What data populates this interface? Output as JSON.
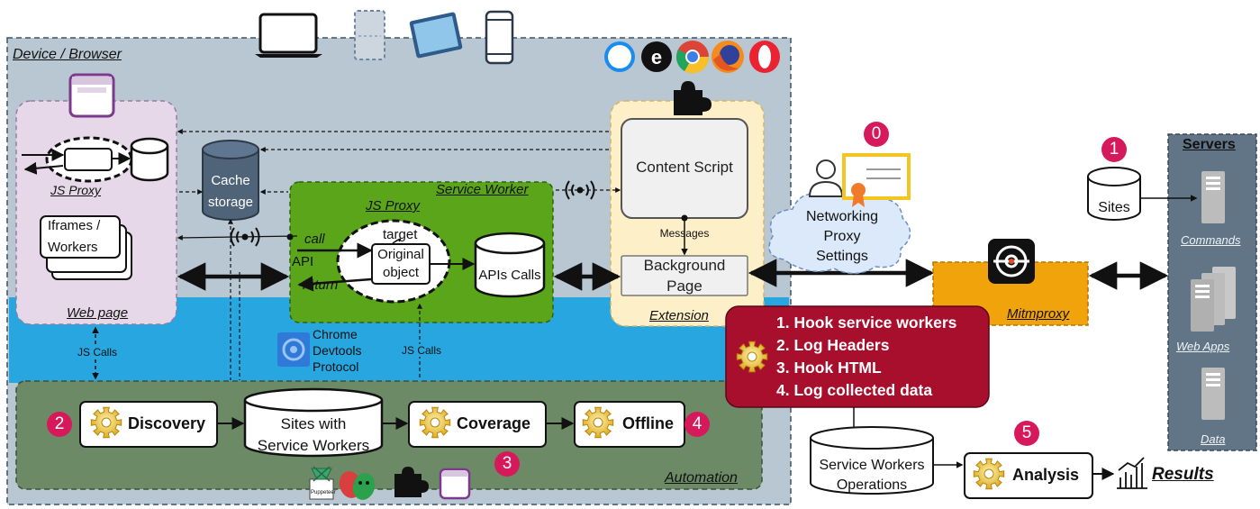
{
  "device_browser": {
    "label": "Device / Browser"
  },
  "web_page": {
    "label": "Web page",
    "js_proxy_label": "JS Proxy",
    "iframes_label_line1": "Iframes /",
    "iframes_label_line2": "Workers"
  },
  "cache_storage": {
    "line1": "Cache",
    "line2": "storage"
  },
  "service_worker": {
    "label": "Service Worker",
    "js_proxy_label": "JS Proxy",
    "call_label": "call",
    "api_label": "API",
    "return_label": "return",
    "target_label": "target",
    "original_line1": "Original",
    "original_line2": "object",
    "apis_calls_label": "APIs Calls"
  },
  "extension": {
    "label": "Extension",
    "content_script": "Content Script",
    "messages": "Messages",
    "background_line1": "Background",
    "background_line2": "Page"
  },
  "networking": {
    "line1": "Networking",
    "line2": "Proxy",
    "line3": "Settings"
  },
  "mitmproxy": {
    "label": "Mitmproxy"
  },
  "servers": {
    "title": "Servers",
    "sites_label": "Sites",
    "commands": "Commands",
    "web_apps": "Web Apps",
    "data": "Data"
  },
  "hooks": {
    "items": [
      "1. Hook service workers",
      "2. Log Headers",
      "3. Hook HTML",
      "4. Log collected data"
    ]
  },
  "automation": {
    "label": "Automation",
    "discovery": "Discovery",
    "sites_with_sw_line1": "Sites with",
    "sites_with_sw_line2": "Service Workers",
    "coverage": "Coverage",
    "offline": "Offline",
    "js_calls_left": "JS Calls",
    "js_calls_right": "JS Calls",
    "cdp_line1": "Chrome",
    "cdp_line2": "Devtools",
    "cdp_line3": "Protocol",
    "puppeteer_caption": "Puppeteer"
  },
  "analysis": {
    "sw_ops_line1": "Service Workers",
    "sw_ops_line2": "Operations",
    "analysis": "Analysis",
    "results": "Results"
  },
  "badges": [
    "0",
    "1",
    "2",
    "3",
    "4",
    "5"
  ],
  "colors": {
    "device_bg": "#b9c7d3",
    "web_page_bg": "#e6d8e8",
    "service_worker_bg": "#5aa51a",
    "extension_bg": "#fdf0c8",
    "automation_bg": "#6d8a66",
    "blue_band": "#27a6e0",
    "mitmproxy": "#f0a30a",
    "hooks_bg": "#a80f2c",
    "servers_bg": "#617587",
    "badge": "#d6195a"
  },
  "icons": [
    "laptop-icon",
    "tablet-icon",
    "ipad-icon",
    "phone-icon",
    "safari-icon",
    "edge-icon",
    "chrome-icon",
    "firefox-icon",
    "opera-icon",
    "puzzle-icon",
    "browser-window-icon",
    "user-icon",
    "certificate-icon",
    "mitmproxy-icon",
    "server-icon",
    "gear-icon",
    "chrome-devtools-icon",
    "puppeteer-icon",
    "playwright-icon",
    "chart-icon"
  ]
}
